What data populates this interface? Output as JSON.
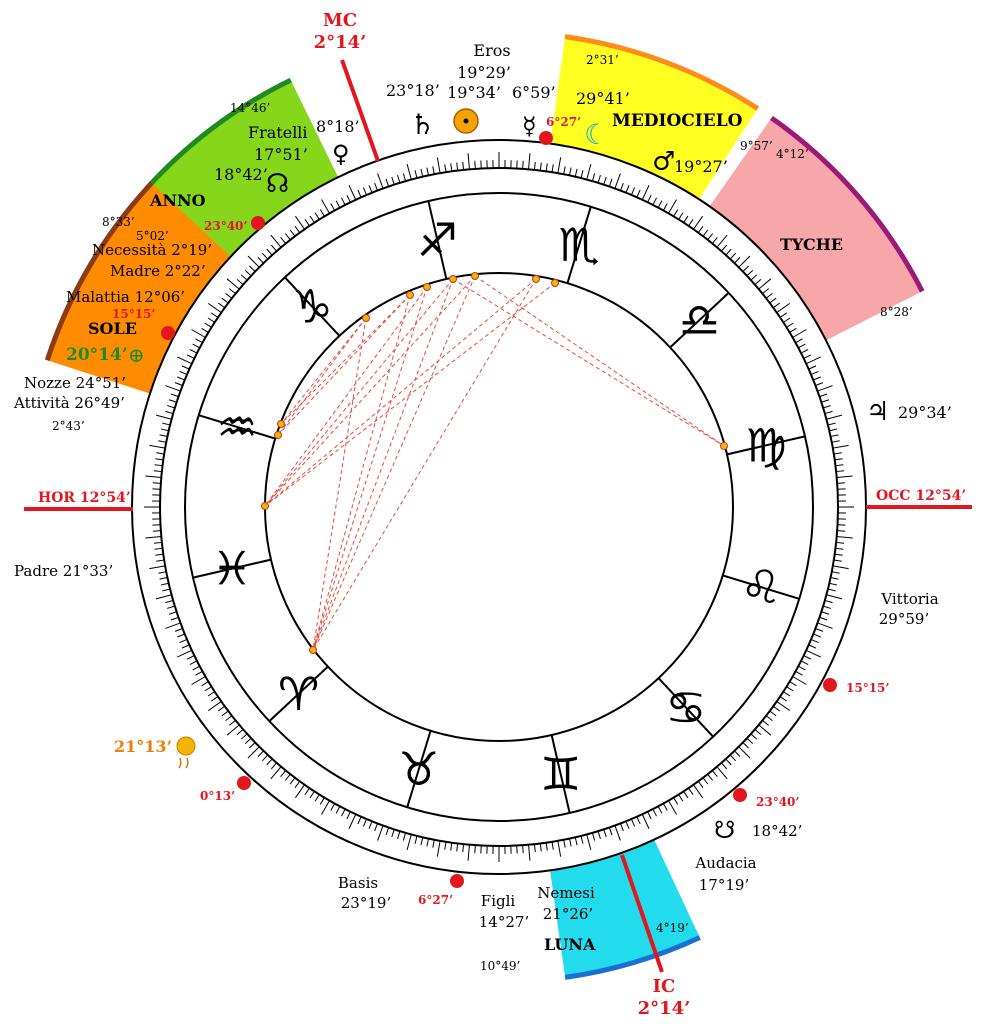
{
  "colors": {
    "red": "#e3161d",
    "anno": "#86d61c",
    "anno_edge": "#1f8a1f",
    "sole": "#ff8c00",
    "sole_edge": "#8b3a14",
    "mediocielo": "#ffff22",
    "mediocielo_edge": "#ff8c1a",
    "tyche": "#f7a6aa",
    "tyche_edge": "#9a1a78",
    "luna": "#22dcee",
    "luna_edge": "#1a6fd1",
    "aspect_line": "#e84a3a",
    "dot": "#f4b400"
  },
  "zodiac": [
    {
      "sign": "scorpio",
      "glyph": "♏"
    },
    {
      "sign": "libra",
      "glyph": "♎"
    },
    {
      "sign": "virgo",
      "glyph": "♍"
    },
    {
      "sign": "leo",
      "glyph": "♌"
    },
    {
      "sign": "cancer",
      "glyph": "♋"
    },
    {
      "sign": "gemini",
      "glyph": "♊"
    },
    {
      "sign": "taurus",
      "glyph": "♉"
    },
    {
      "sign": "aries",
      "glyph": "♈"
    },
    {
      "sign": "pisces",
      "glyph": "♓"
    },
    {
      "sign": "aquarius",
      "glyph": "♒"
    },
    {
      "sign": "capricorn",
      "glyph": "♑"
    },
    {
      "sign": "sagittarius",
      "glyph": "♐"
    }
  ],
  "axes": {
    "mc_label": "MC",
    "mc_value": "2°14’",
    "ic_label": "IC",
    "ic_value": "2°14’",
    "hor": "HOR 12°54’",
    "occ": "OCC 12°54’"
  },
  "sectors": {
    "anno": {
      "label": "ANNO",
      "start": "14°46’",
      "end": "8°33’"
    },
    "sole": {
      "label": "SOLE",
      "start": "5°02’",
      "end": "2°43’",
      "value": "20°14’"
    },
    "mediocielo": {
      "label": "MEDIOCIELO",
      "start": "2°31’",
      "end": "4°12’"
    },
    "tyche": {
      "label": "TYCHE",
      "start": "9°57’",
      "end": "8°28’"
    },
    "luna": {
      "label": "LUNA",
      "start": "10°49’",
      "end": "4°19’"
    }
  },
  "labels": {
    "fratelli_name": "Fratelli",
    "fratelli_value": "17°51’",
    "node_north_value": "18°42’",
    "venus_value": "8°18’",
    "saturn_value": "23°18’",
    "eros_name": "Eros",
    "eros_value1": "19°29’",
    "eros_value2": "19°34’",
    "mercury_value": "6°59’",
    "moon_value": "29°41’",
    "mars_value": "19°27’",
    "jupiter_value": "29°34’",
    "necessita": "Necessità 2°19’",
    "madre": "Madre 2°22’",
    "malattia": "Malattia 12°06’",
    "nozze": "Nozze 24°51’",
    "attivita": "Attività 26°49’",
    "padre": "Padre 21°33’",
    "vittoria_name": "Vittoria",
    "vittoria_value": "29°59’",
    "basis_name": "Basis",
    "basis_value": "23°19’",
    "figli_name": "Figli",
    "figli_value": "14°27’",
    "nemesi_name": "Nemesi",
    "nemesi_value": "21°26’",
    "audacia_name": "Audacia",
    "audacia_value": "17°19’",
    "node_south_value": "18°42’",
    "sun_south_value": "21°13’"
  },
  "markers": {
    "m_23_40_top": "23°40’",
    "m_15_15_left": "15°15’",
    "m_6_27_top": "6°27’",
    "m_15_15_right": "15°15’",
    "m_23_40_bottom": "23°40’",
    "m_6_27_bottom": "6°27’",
    "m_0_13": "0°13’"
  },
  "glyphs": {
    "saturn": "♄",
    "mercury": "☿",
    "venus": "♀",
    "moon": "☾",
    "mars": "♂",
    "jupiter": "♃",
    "node_north": "☊",
    "node_south": "☋",
    "earth": "⊕",
    "sun": "☉"
  }
}
